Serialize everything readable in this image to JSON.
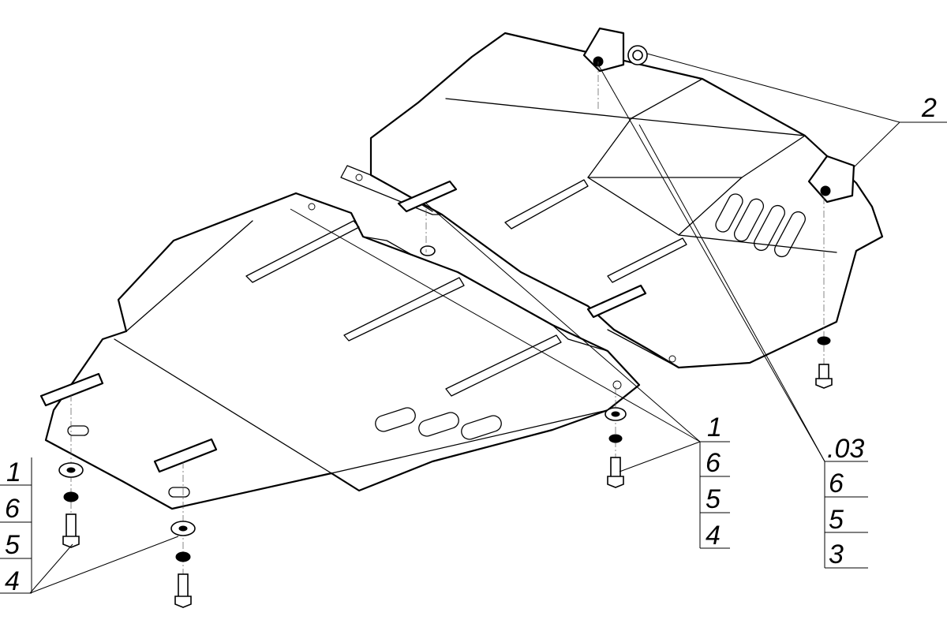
{
  "callouts": {
    "top_right": [
      "2"
    ],
    "middle_right": [
      ".03",
      "6",
      "5",
      "3"
    ],
    "middle": [
      "1",
      "6",
      "5",
      "4"
    ],
    "left": [
      "1",
      "6",
      "5",
      "4"
    ]
  }
}
